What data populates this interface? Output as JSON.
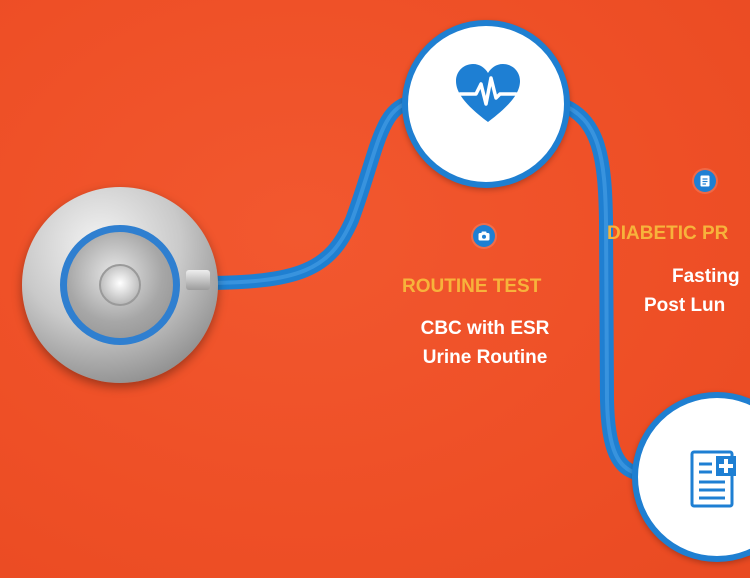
{
  "colors": {
    "background": "#ee4f26",
    "tube": "#1f7fd1",
    "title": "#f7b33b",
    "text": "#ffffff"
  },
  "routine": {
    "title": "ROUTINE TEST",
    "line1": "CBC with ESR",
    "line2": "Urine Routine",
    "icon": "camera-icon"
  },
  "diabetic": {
    "title": "DIABETIC PR",
    "line1": "Fasting",
    "line2": "Post Lun",
    "icon": "clipboard-icon"
  },
  "icons": {
    "heart_node": "heartbeat-icon",
    "doc_node": "medical-report-icon",
    "stethoscope": "stethoscope-chestpiece-icon"
  }
}
